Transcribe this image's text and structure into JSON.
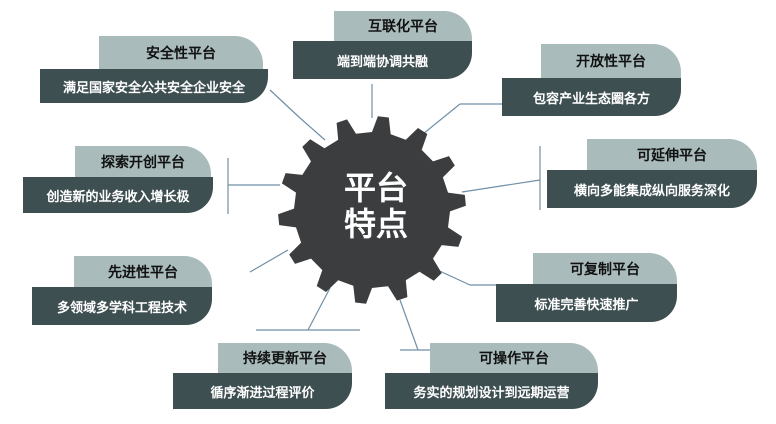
{
  "center": {
    "line1": "平台",
    "line2": "特点"
  },
  "colors": {
    "gear": "#3b3d3f",
    "title_bg": "#a9bbbb",
    "desc_bg": "#3e4f52",
    "connector": "#6f8fa6"
  },
  "cards": [
    {
      "id": "internet",
      "title": "互联化平台",
      "desc": "端到端协调共融"
    },
    {
      "id": "security",
      "title": "安全性平台",
      "desc": "满足国家安全公共安全企业安全"
    },
    {
      "id": "openness",
      "title": "开放性平台",
      "desc": "包容产业生态圈各方"
    },
    {
      "id": "exploration",
      "title": "探索开创平台",
      "desc": "创造新的业务收入增长极"
    },
    {
      "id": "extensible",
      "title": "可延伸平台",
      "desc": "横向多能集成纵向服务深化"
    },
    {
      "id": "advanced",
      "title": "先进性平台",
      "desc": "多领域多学科工程技术"
    },
    {
      "id": "replicable",
      "title": "可复制平台",
      "desc": "标准完善快速推广"
    },
    {
      "id": "continuous",
      "title": "持续更新平台",
      "desc": "循序渐进过程评价"
    },
    {
      "id": "operable",
      "title": "可操作平台",
      "desc": "务实的规划设计到远期运营"
    }
  ]
}
